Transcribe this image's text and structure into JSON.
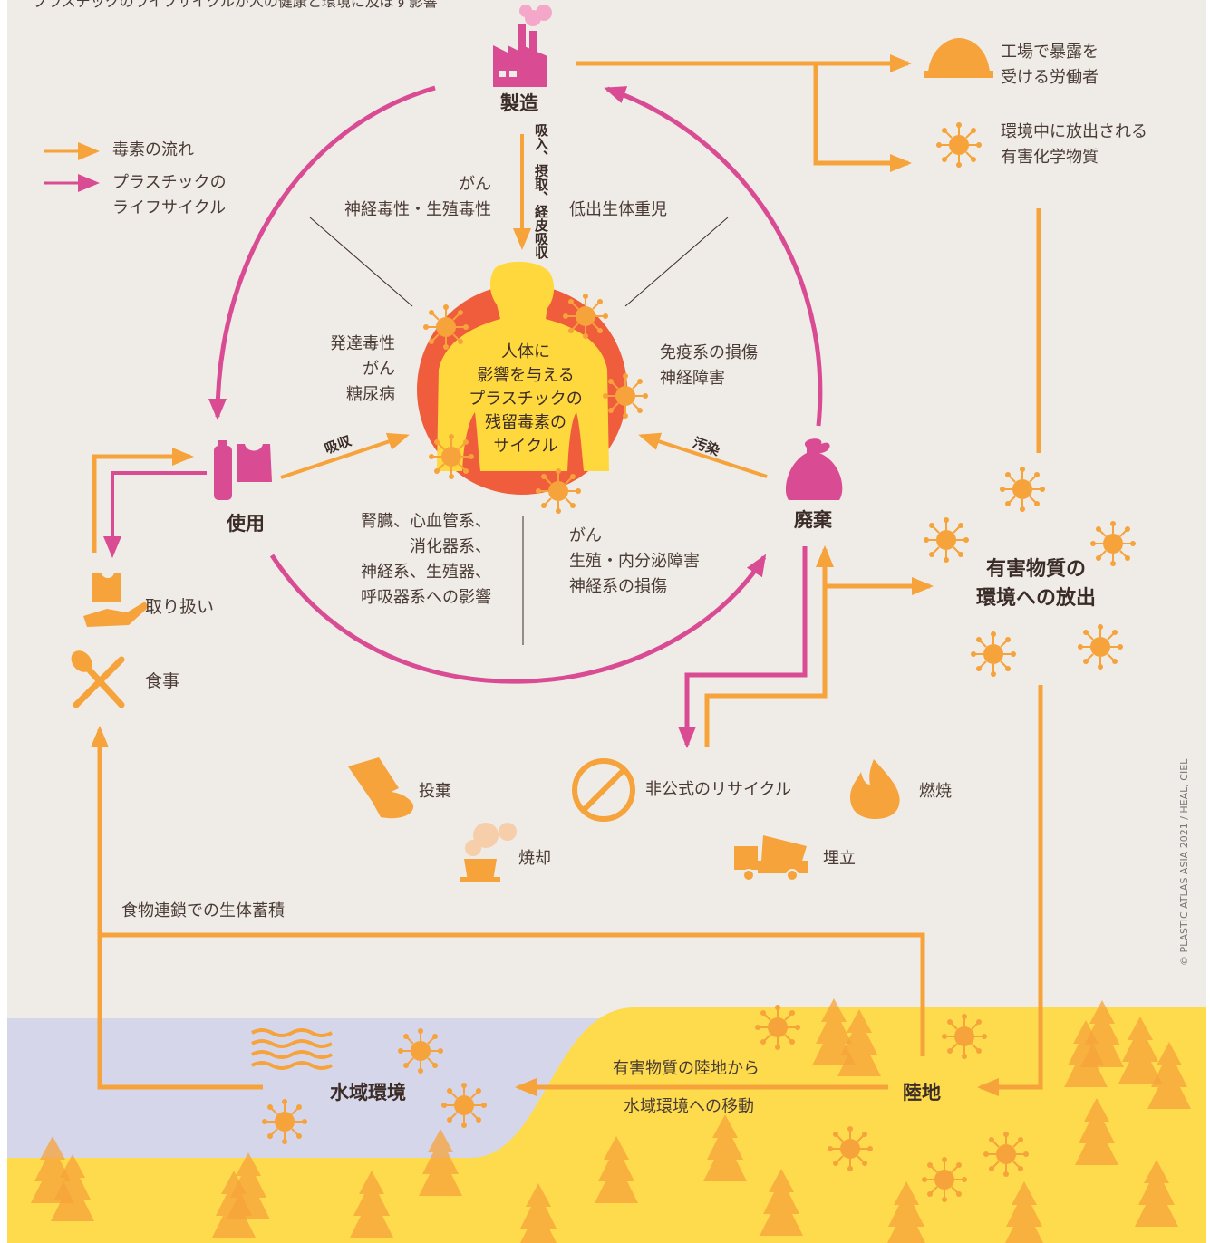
{
  "header": {
    "title": "プラスチックのライフサイクルが人の健康と環境に及ぼす影響"
  },
  "legend": {
    "toxin_flow": "毒素の流れ",
    "plastic_lifecycle_l1": "プラスチックの",
    "plastic_lifecycle_l2": "ライフサイクル"
  },
  "stages": {
    "manufacturing": "製造",
    "use": "使用",
    "disposal": "廃棄"
  },
  "exposure_route": "吸入、摂取、経皮吸収",
  "absorption": "吸収",
  "contamination": "汚染",
  "center": "人体に\n影響を与える\nプラスチックの\n残留毒素の\nサイクル",
  "effects": {
    "top_left_l1": "がん",
    "top_left_l2": "神経毒性・生殖毒性",
    "top_right": "低出生体重児",
    "left_l1": "発達毒性",
    "left_l2": "がん",
    "left_l3": "糖尿病",
    "right_l1": "免疫系の損傷",
    "right_l2": "神経障害",
    "bottom_left_l1": "腎臓、心血管系、",
    "bottom_left_l2": "消化器系、",
    "bottom_left_l3": "神経系、生殖器、",
    "bottom_left_l4": "呼吸器系への影響",
    "bottom_right_l1": "がん",
    "bottom_right_l2": "生殖・内分泌障害",
    "bottom_right_l3": "神経系の損傷"
  },
  "right_column": {
    "workers_l1": "工場で暴露を",
    "workers_l2": "受ける労働者",
    "chemicals_l1": "環境中に放出される",
    "chemicals_l2": "有害化学物質",
    "release_l1": "有害物質の",
    "release_l2": "環境への放出"
  },
  "left_column": {
    "handling": "取り扱い",
    "eating": "食事"
  },
  "disposal_methods": {
    "dumping": "投棄",
    "informal_recycling": "非公式のリサイクル",
    "burning": "燃焼",
    "incineration": "焼却",
    "landfill": "埋立"
  },
  "bottom": {
    "food_chain": "食物連鎖での生体蓄積",
    "aquatic": "水域環境",
    "land": "陸地",
    "migration_l1": "有害物質の陸地から",
    "migration_l2": "水域環境への移動"
  },
  "credit": "© PLASTIC ATLAS ASIA 2021 / HEAL, CIEL",
  "colors": {
    "background": "#efebe7",
    "toxin_orange": "#f5a33a",
    "lifecycle_pink": "#d94b93",
    "land_yellow": "#fddb4d",
    "water_lavender": "#d6d6ea",
    "circle_red": "#ef5d3c",
    "body_yellow": "#ffd83d"
  }
}
